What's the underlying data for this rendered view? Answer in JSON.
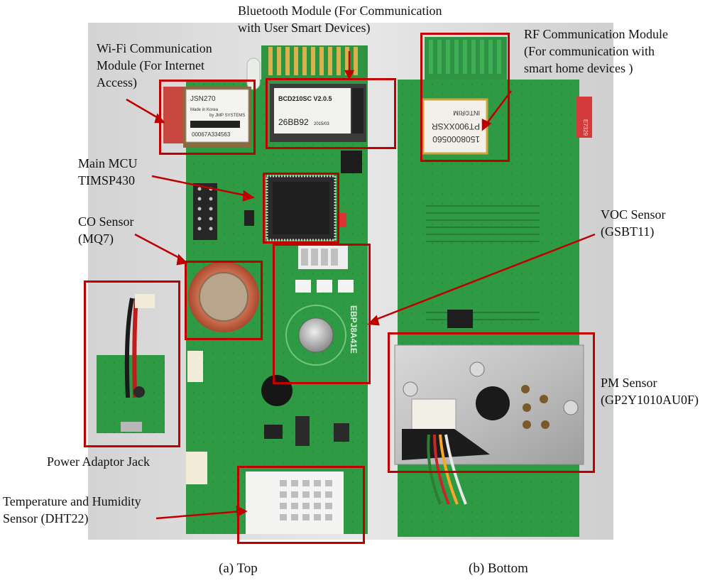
{
  "labels": {
    "bluetooth": "Bluetooth Module (For Communication\nwith User Smart Devices)",
    "wifi": "Wi-Fi Communication\nModule (For Internet\nAccess)",
    "rf": "RF Communication Module\n(For communication with\nsmart home devices )",
    "mcu": "Main MCU\nTIMSP430",
    "co": "CO Sensor\n(MQ7)",
    "voc": "VOC Sensor\n(GSBT11)",
    "pm": "PM Sensor\n(GP2Y1010AU0F)",
    "power": "Power Adaptor Jack",
    "dht": "Temperature and Humidity\nSensor (DHT22)"
  },
  "captions": {
    "top": "(a) Top",
    "bottom": "(b) Bottom"
  },
  "chip_text": {
    "wifi_module": "JSN270",
    "wifi_made": "Made in Korea",
    "wifi_vendor": "by JMP SYSTEMS",
    "wifi_serial": "00067A334563",
    "bt_model": "BCD210SC  V2.0.5",
    "bt_code": "26BB92",
    "bt_date": "2015/03",
    "rf_code1": "1508000560",
    "rf_code2": "PT900XXSR",
    "rf_brand": "INT©RIM",
    "voc_board": "EBPJ8A41E",
    "red_tab": "E7329"
  },
  "colors": {
    "pcb": "#2f9a44",
    "pcb_dark": "#1f7a33",
    "highlight": "#c00000",
    "background": "#ffffff",
    "photo_bg": "#dcdcdc"
  }
}
